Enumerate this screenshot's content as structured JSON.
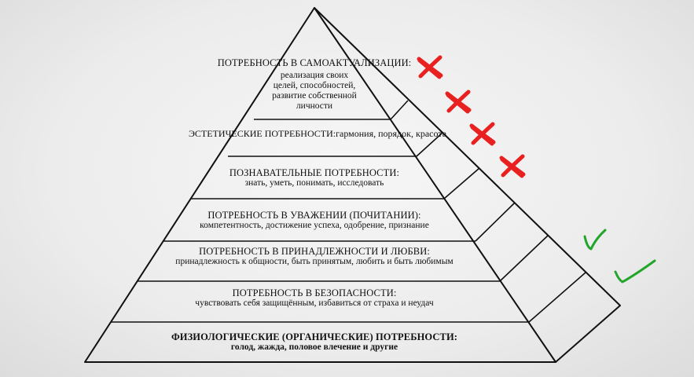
{
  "pyramid": {
    "levels": [
      {
        "id": "self-actualization",
        "title": "ПОТРЕБНОСТЬ В САМОАКТУАЛИЗАЦИИ:",
        "description": "реализация своих целей, способностей, развитие собственной личности",
        "desc_lines": [
          "реализация своих",
          "целей, способностей,",
          "развитие собственной",
          "личности"
        ],
        "mark": "cross"
      },
      {
        "id": "aesthetic",
        "title": "ЭСТЕТИЧЕСКИЕ ПОТРЕБНОСТИ:",
        "description": "гармония, порядок, красота",
        "mark": "cross"
      },
      {
        "id": "cognitive",
        "title": "ПОЗНАВАТЕЛЬНЫЕ ПОТРЕБНОСТИ:",
        "description": "знать, уметь, понимать, исследовать",
        "mark": "cross"
      },
      {
        "id": "esteem",
        "title": "ПОТРЕБНОСТЬ В УВАЖЕНИИ (ПОЧИТАНИИ):",
        "description": "компетентность, достижение успеха, одобрение, признание",
        "mark": "cross"
      },
      {
        "id": "belonging",
        "title": "ПОТРЕБНОСТЬ В ПРИНАДЛЕЖНОСТИ И ЛЮБВИ:",
        "description": "принадлежность к общности, быть принятым, любить и быть любимым",
        "mark": "check"
      },
      {
        "id": "safety",
        "title": "ПОТРЕБНОСТЬ В БЕЗОПАСНОСТИ:",
        "description": "чувствовать себя защищённым, избавиться от страха и неудач",
        "mark": "check"
      },
      {
        "id": "physiological",
        "title": "ФИЗИОЛОГИЧЕСКИЕ (ОРГАНИЧЕСКИЕ) ПОТРЕБНОСТИ:",
        "description": "голод, жажда, половое влечение и другие",
        "bold": true,
        "mark": "none"
      }
    ]
  },
  "colors": {
    "line": "#111111",
    "cross": "#e8201f",
    "check": "#22a52b",
    "background": "#ececec"
  }
}
